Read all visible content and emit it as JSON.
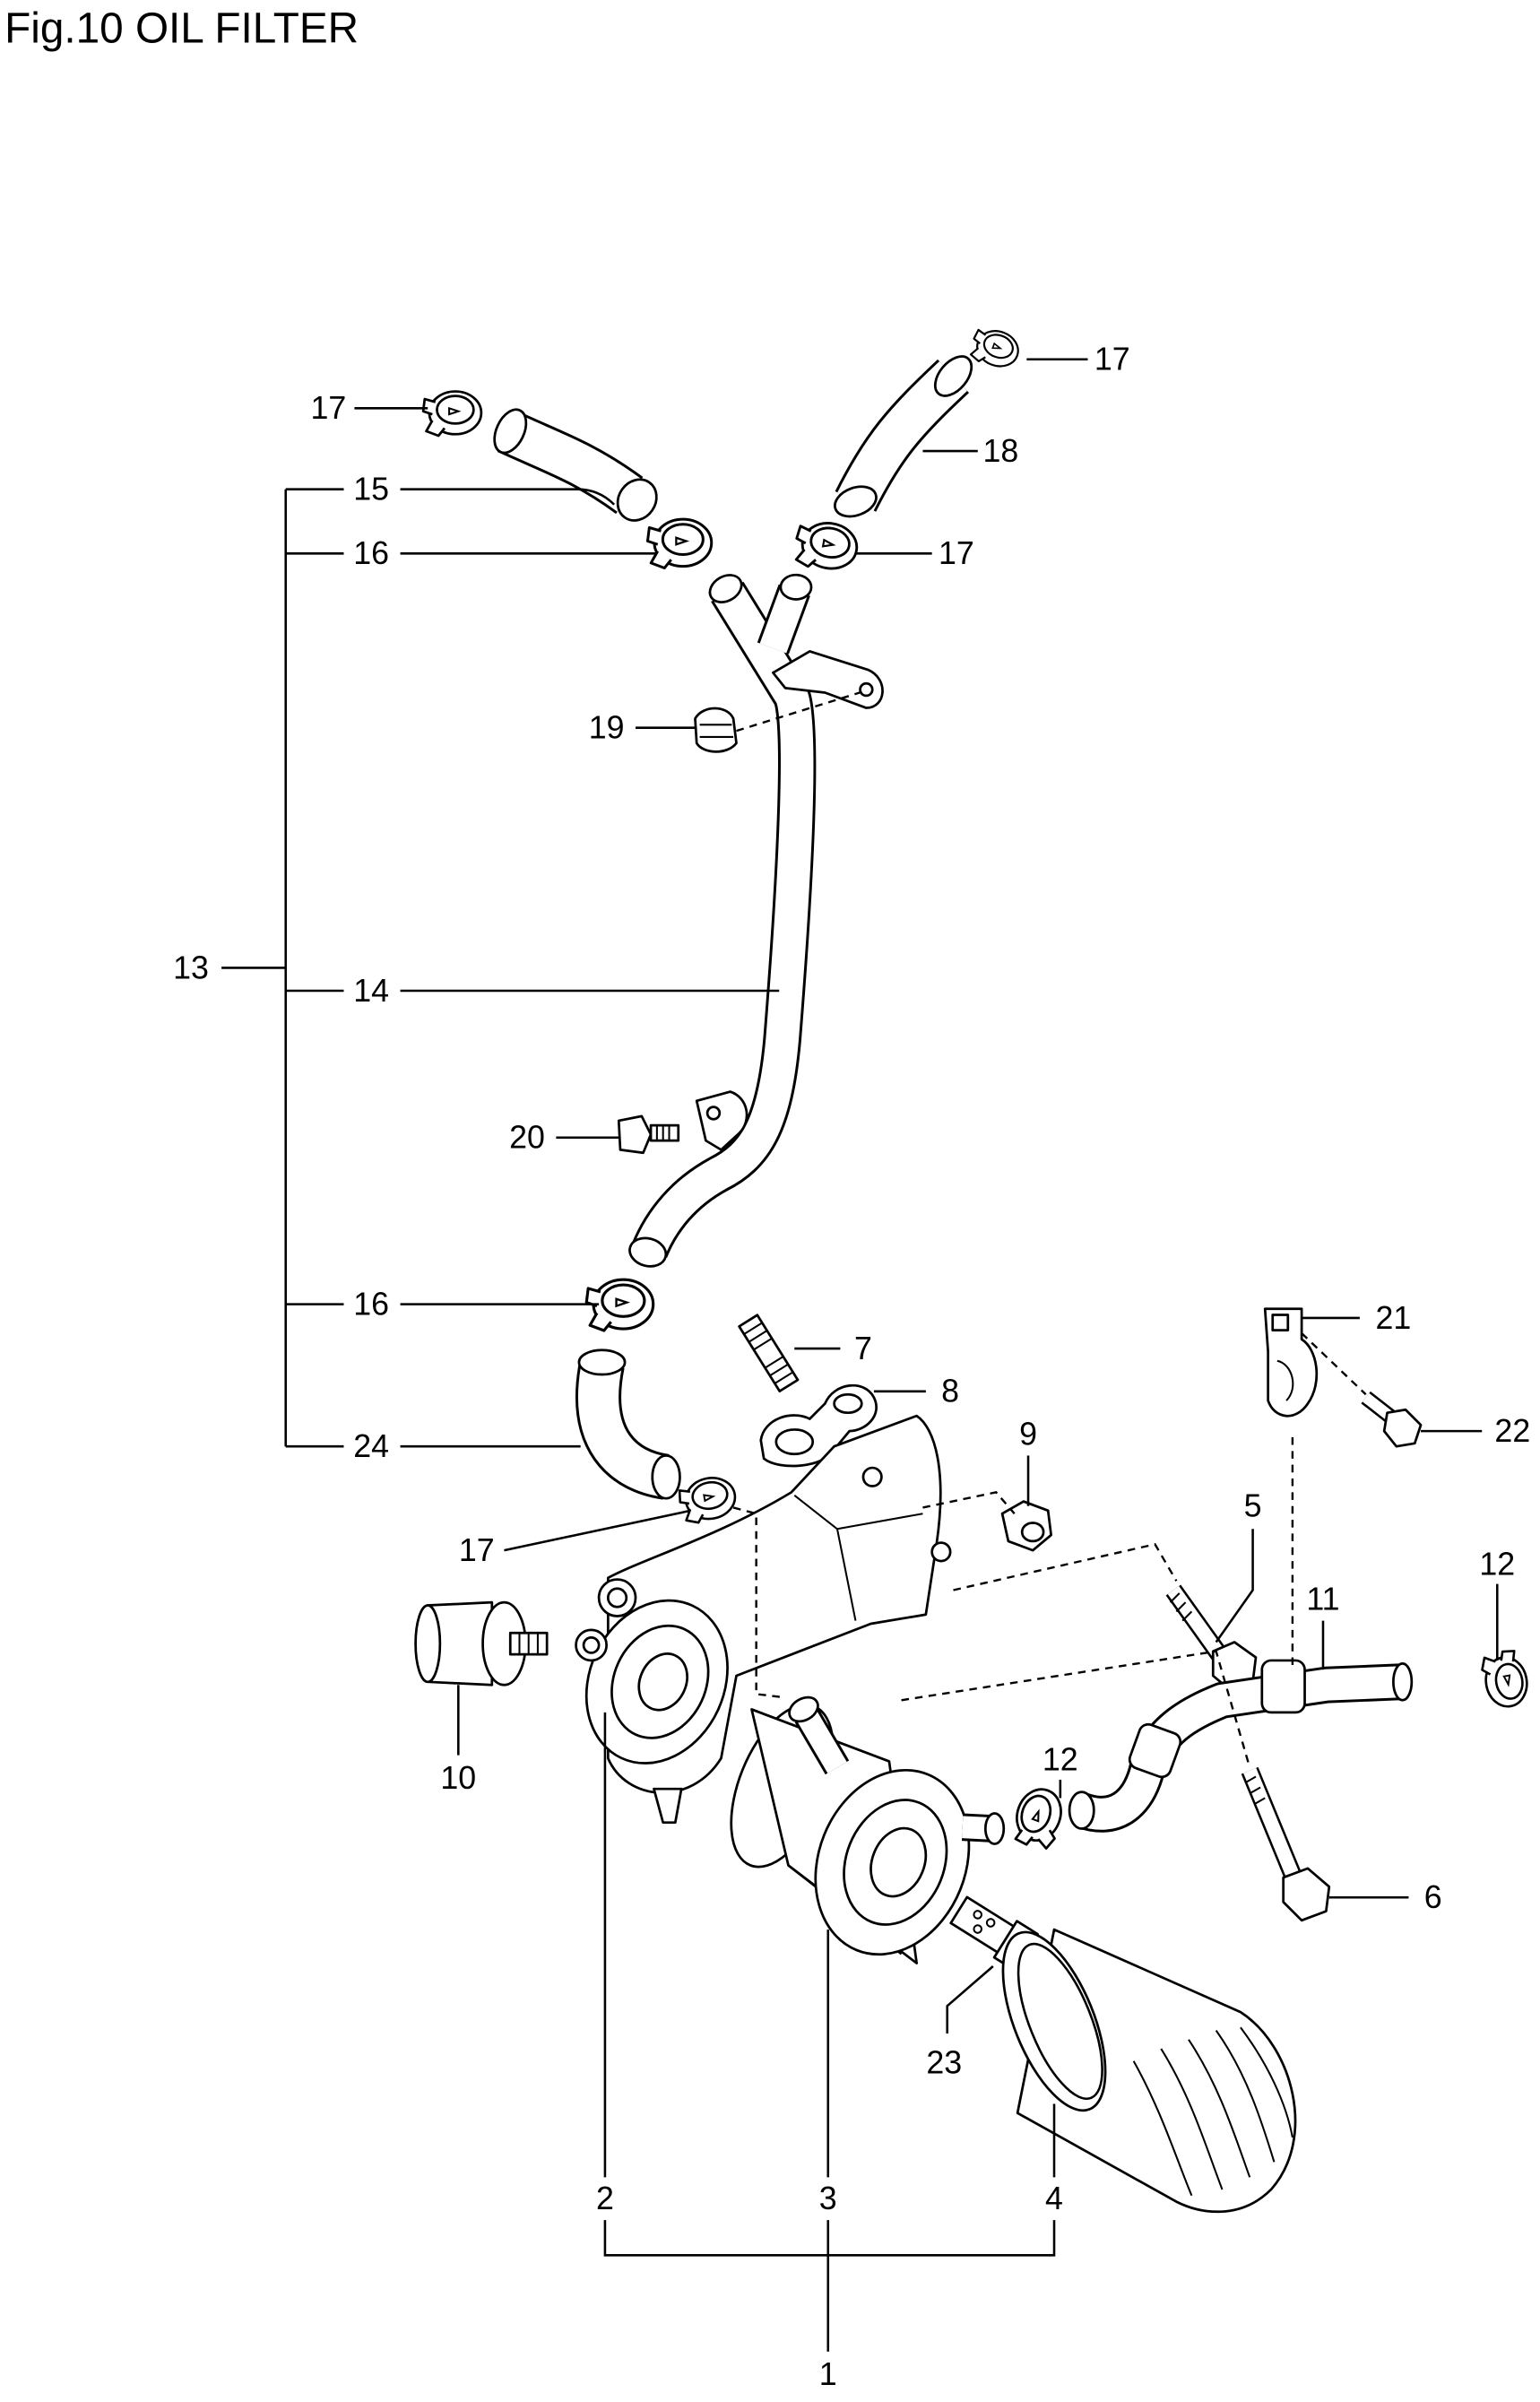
{
  "title": "Fig.10 OIL FILTER",
  "labels": [
    "17",
    "17",
    "18",
    "15",
    "16",
    "17",
    "19",
    "13",
    "14",
    "20",
    "16",
    "21",
    "7",
    "8",
    "22",
    "9",
    "24",
    "5",
    "17",
    "12",
    "11",
    "12",
    "10",
    "6",
    "23",
    "2",
    "3",
    "4",
    "1"
  ],
  "colors": {
    "ink": "#000000",
    "background": "#ffffff"
  }
}
